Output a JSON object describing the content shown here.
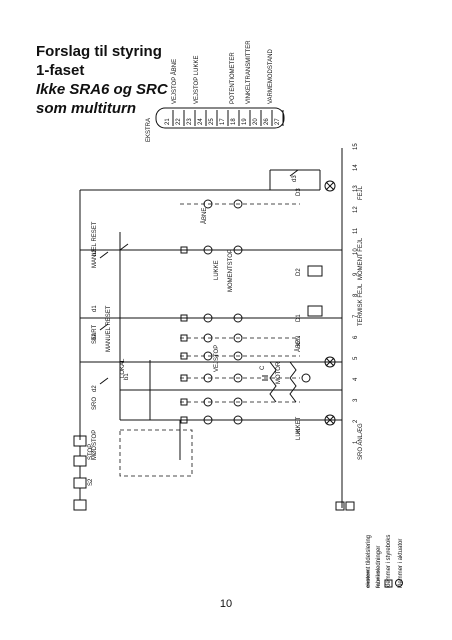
{
  "heading": {
    "line1": "Forslag til styring",
    "line2": "1-faset",
    "line3": "Ikke SRA6 og SRC",
    "line4": "som multiturn"
  },
  "page_number": "10",
  "terminal_strip": {
    "label": "EKSTRA",
    "terminals": [
      "21",
      "22",
      "23",
      "24",
      "25",
      "17",
      "18",
      "19",
      "20",
      "26",
      "27"
    ],
    "functions": [
      "VEJSTOP ÅBNE",
      "VEJSTOP LUKKE",
      "POTENTIOMETER",
      "VINKELTRANSMITTER",
      "VARMEMODSTAND"
    ]
  },
  "diagram": {
    "position_numbers": [
      "1",
      "2",
      "3",
      "4",
      "5",
      "6",
      "7",
      "8",
      "9",
      "10",
      "11",
      "12",
      "13",
      "14",
      "15"
    ],
    "component_labels": [
      "MANUEL RESET",
      "START",
      "MANUEL RESET",
      "STOP",
      "LOKAL",
      "SRO",
      "MØDSTOP",
      "S2",
      "VEJSTOP",
      "LUKKE",
      "ÅBNE",
      "MOMENTSTOP",
      "MOTOR",
      "LUKKET",
      "ÅBEN",
      "SRO ANLÆG",
      "TERMISK FEJL",
      "MOMENT FEJL",
      "FEJL",
      "D1",
      "D2",
      "D3",
      "d1",
      "d2",
      "d3",
      "b1",
      "b2",
      "b3",
      "k1",
      "k2",
      "C"
    ],
    "legend": [
      "eksternt tildelslering",
      "fabriksledninger",
      "klemmer i styreboks",
      "klemmer i aktuator"
    ]
  }
}
